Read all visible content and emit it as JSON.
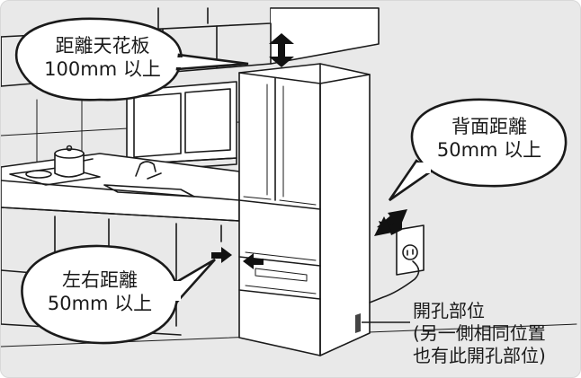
{
  "labels": {
    "ceiling": {
      "line1": "距離天花板",
      "line2": "100mm 以上"
    },
    "back": {
      "line1": "背面距離",
      "line2": "50mm 以上"
    },
    "sides": {
      "line1": "左右距離",
      "line2": "50mm 以上"
    },
    "hole": {
      "line1": "開孔部位",
      "line2": "(另一側相同位置",
      "line3": "也有此開孔部位)"
    }
  },
  "colors": {
    "background": "#e9e9e9",
    "line": "#1a1a1a",
    "fill": "#ffffff"
  },
  "icons": [
    "double-arrow-vertical-icon",
    "double-arrow-diagonal-icon",
    "side-arrows-icon",
    "power-outlet-icon",
    "vent-hole-icon"
  ]
}
